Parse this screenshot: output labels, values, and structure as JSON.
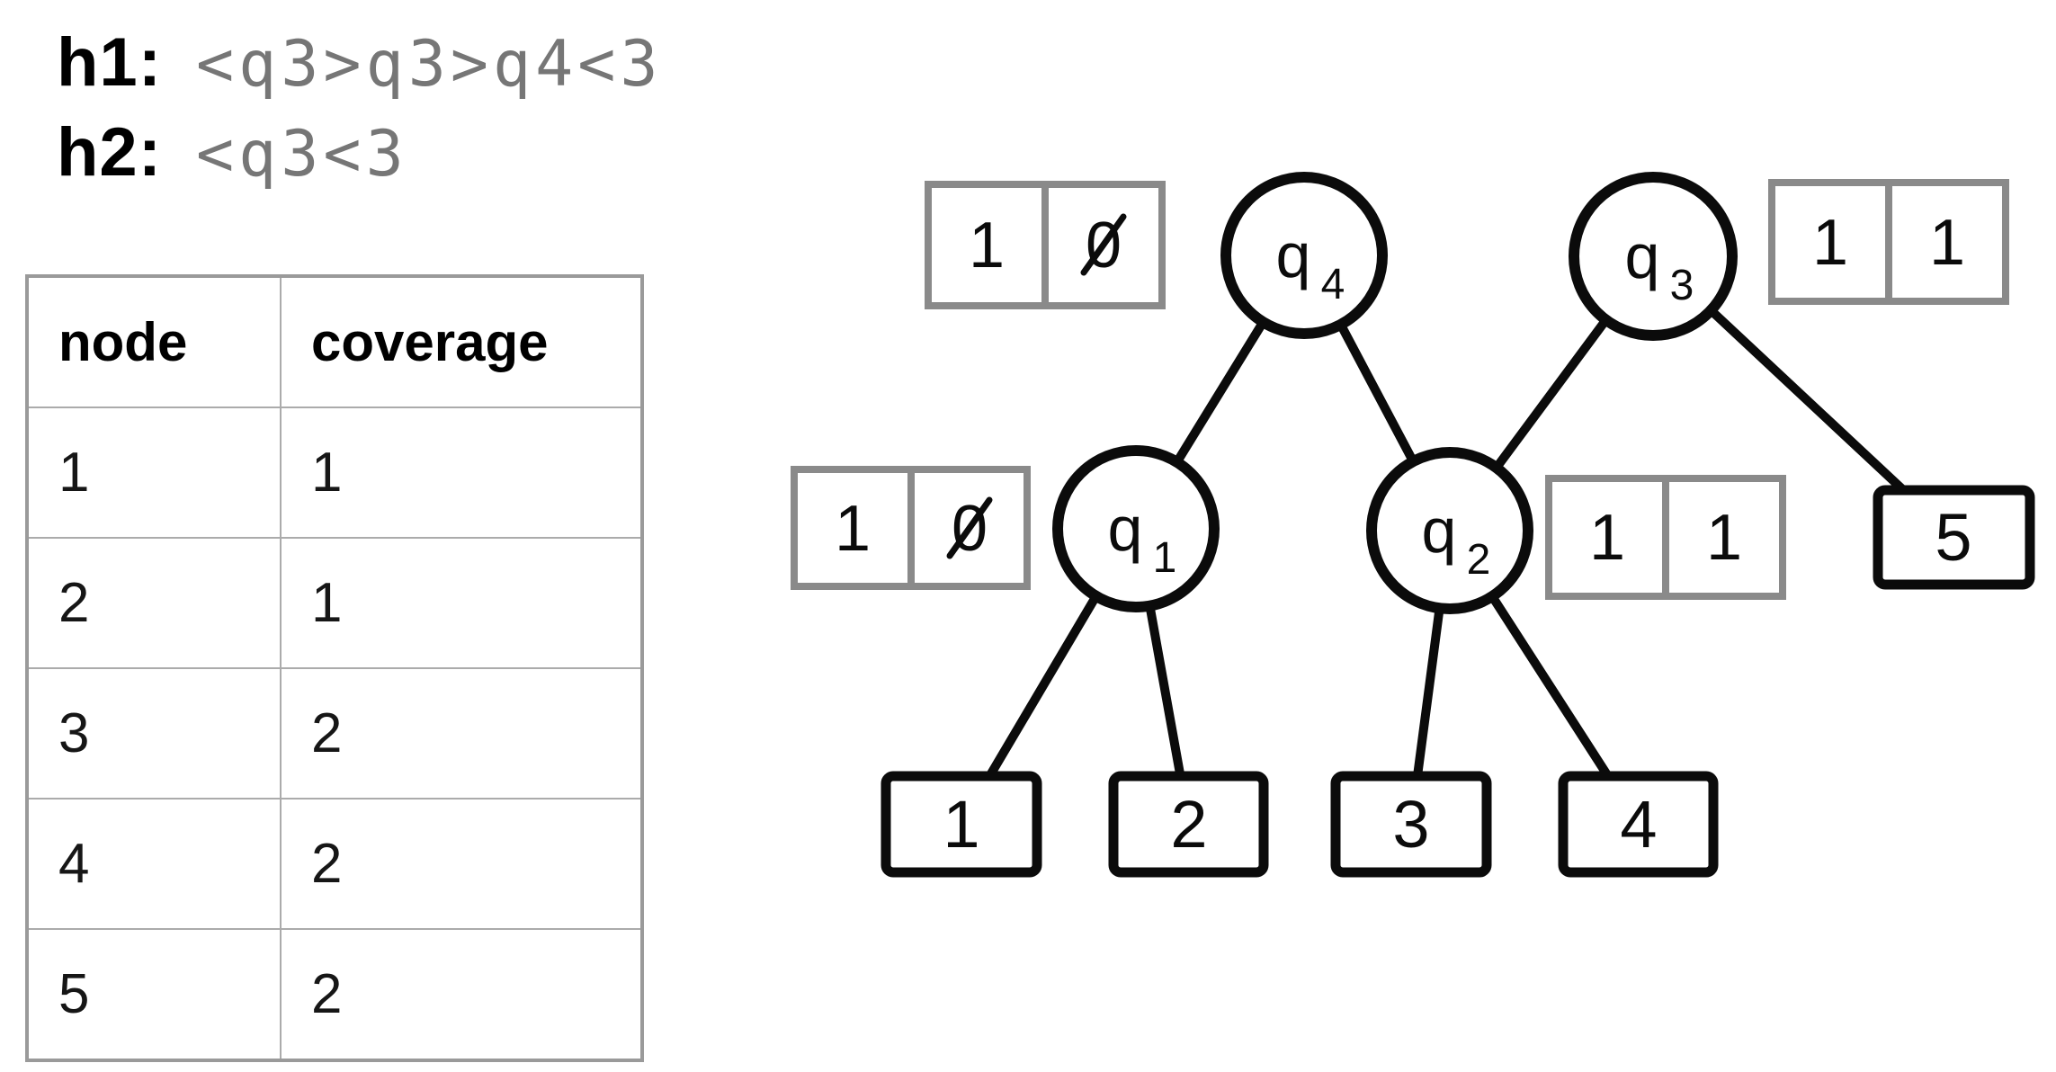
{
  "hypotheses": {
    "h1_label": "h1:",
    "h1_value": "<q3>q3>q4<3",
    "h2_label": "h2:",
    "h2_value": "<q3<3"
  },
  "table": {
    "headers": [
      "node",
      "coverage"
    ],
    "rows": [
      [
        "1",
        "1"
      ],
      [
        "2",
        "1"
      ],
      [
        "3",
        "2"
      ],
      [
        "4",
        "2"
      ],
      [
        "5",
        "2"
      ]
    ]
  },
  "tree": {
    "nodes": {
      "q4": {
        "base": "q",
        "sub": "4"
      },
      "q3": {
        "base": "q",
        "sub": "3"
      },
      "q1": {
        "base": "q",
        "sub": "1"
      },
      "q2": {
        "base": "q",
        "sub": "2"
      }
    },
    "leaves": [
      "1",
      "2",
      "3",
      "4",
      "5"
    ],
    "annotations": {
      "q4": [
        "1",
        "0"
      ],
      "q1": [
        "1",
        "0"
      ],
      "q2": [
        "1",
        "1"
      ],
      "q3": [
        "1",
        "1"
      ]
    }
  },
  "colors": {
    "ink": "#0b0b0b",
    "muted_text": "#767676",
    "table_border": "#ababab",
    "table_border_dark": "#9a9a9a",
    "annotation_border": "#8a8a8a"
  }
}
